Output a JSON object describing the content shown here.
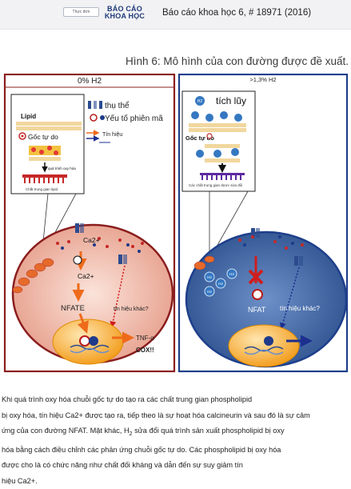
{
  "header": {
    "search_placeholder": "Thực đơn",
    "logo_line1": "BÁO CÁO",
    "logo_line2": "KHOA HỌC",
    "reference": "Báo cáo khoa học 6, # 18971 (2016)"
  },
  "figure": {
    "title": "Hình 6: Mô hình của con đường được đề xuất.",
    "left_panel": {
      "header": "0% H2",
      "lipid": "Lipid",
      "radical": "Gốc tự do",
      "oxidation_process": "quá trình oxy hóa",
      "lipid_intermediate": "Chất trung gian lipid",
      "ca_top": "Ca2+",
      "ca_bottom": "Ca2+",
      "nfate": "NFATE",
      "other_signal": "tín hiệu khác?",
      "tnf": "TNF-α",
      "cox": "COX!!"
    },
    "legend": {
      "receptor": "thụ thể",
      "transcription_factor": "Yếu tố phiên mã",
      "signal": "Tín hiệu"
    },
    "right_panel": {
      "header": ">1,3% H2",
      "accumulation": "tích lũy",
      "radical": "Gốc tự do",
      "modified_intermediate": "Các chất trung gian được sửa đổi",
      "h2_label": "H2",
      "nfat": "NFAT",
      "other_signal": "tín hiệu khác?"
    }
  },
  "caption": {
    "line1": "Khi quá trình oxy hóa chuỗi gốc tự do tạo ra các chất trung gian phospholipid",
    "line2": "bị oxy hóa, tín hiệu Ca2+ được tạo ra, tiếp theo là sự hoạt hóa calcineurin và sau đó là sự cảm",
    "line3": "ứng của con đường NFAT. Mặt khác, H",
    "line3_sub": "2",
    "line3_rest": " sửa đổi quá trình sản xuất phospholipid bị oxy",
    "line4": "hóa bằng cách điều chỉnh các phản ứng chuỗi gốc tự do. Các phospholipid bị oxy hóa",
    "line5": "được cho là có chức năng như chất đối kháng và dẫn đến sự suy giảm tín",
    "line6": "hiệu Ca2+."
  },
  "colors": {
    "left_border": "#8b1e1e",
    "right_border": "#1e3f8b",
    "left_cell_fill": "#e8a898",
    "right_cell_fill": "#3f67a6",
    "nucleus": "#f5a623",
    "arrow_orange": "#ee6a1a",
    "arrow_red": "#d01d1d",
    "arrow_blue": "#1c2f8f",
    "h2_bubble": "#3578c2"
  },
  "icons": [
    "receptor-icon",
    "transcription-factor-icon",
    "signal-arrow-icon",
    "radical-icon",
    "h2-molecule-icon",
    "block-x-icon",
    "dna-icon"
  ]
}
